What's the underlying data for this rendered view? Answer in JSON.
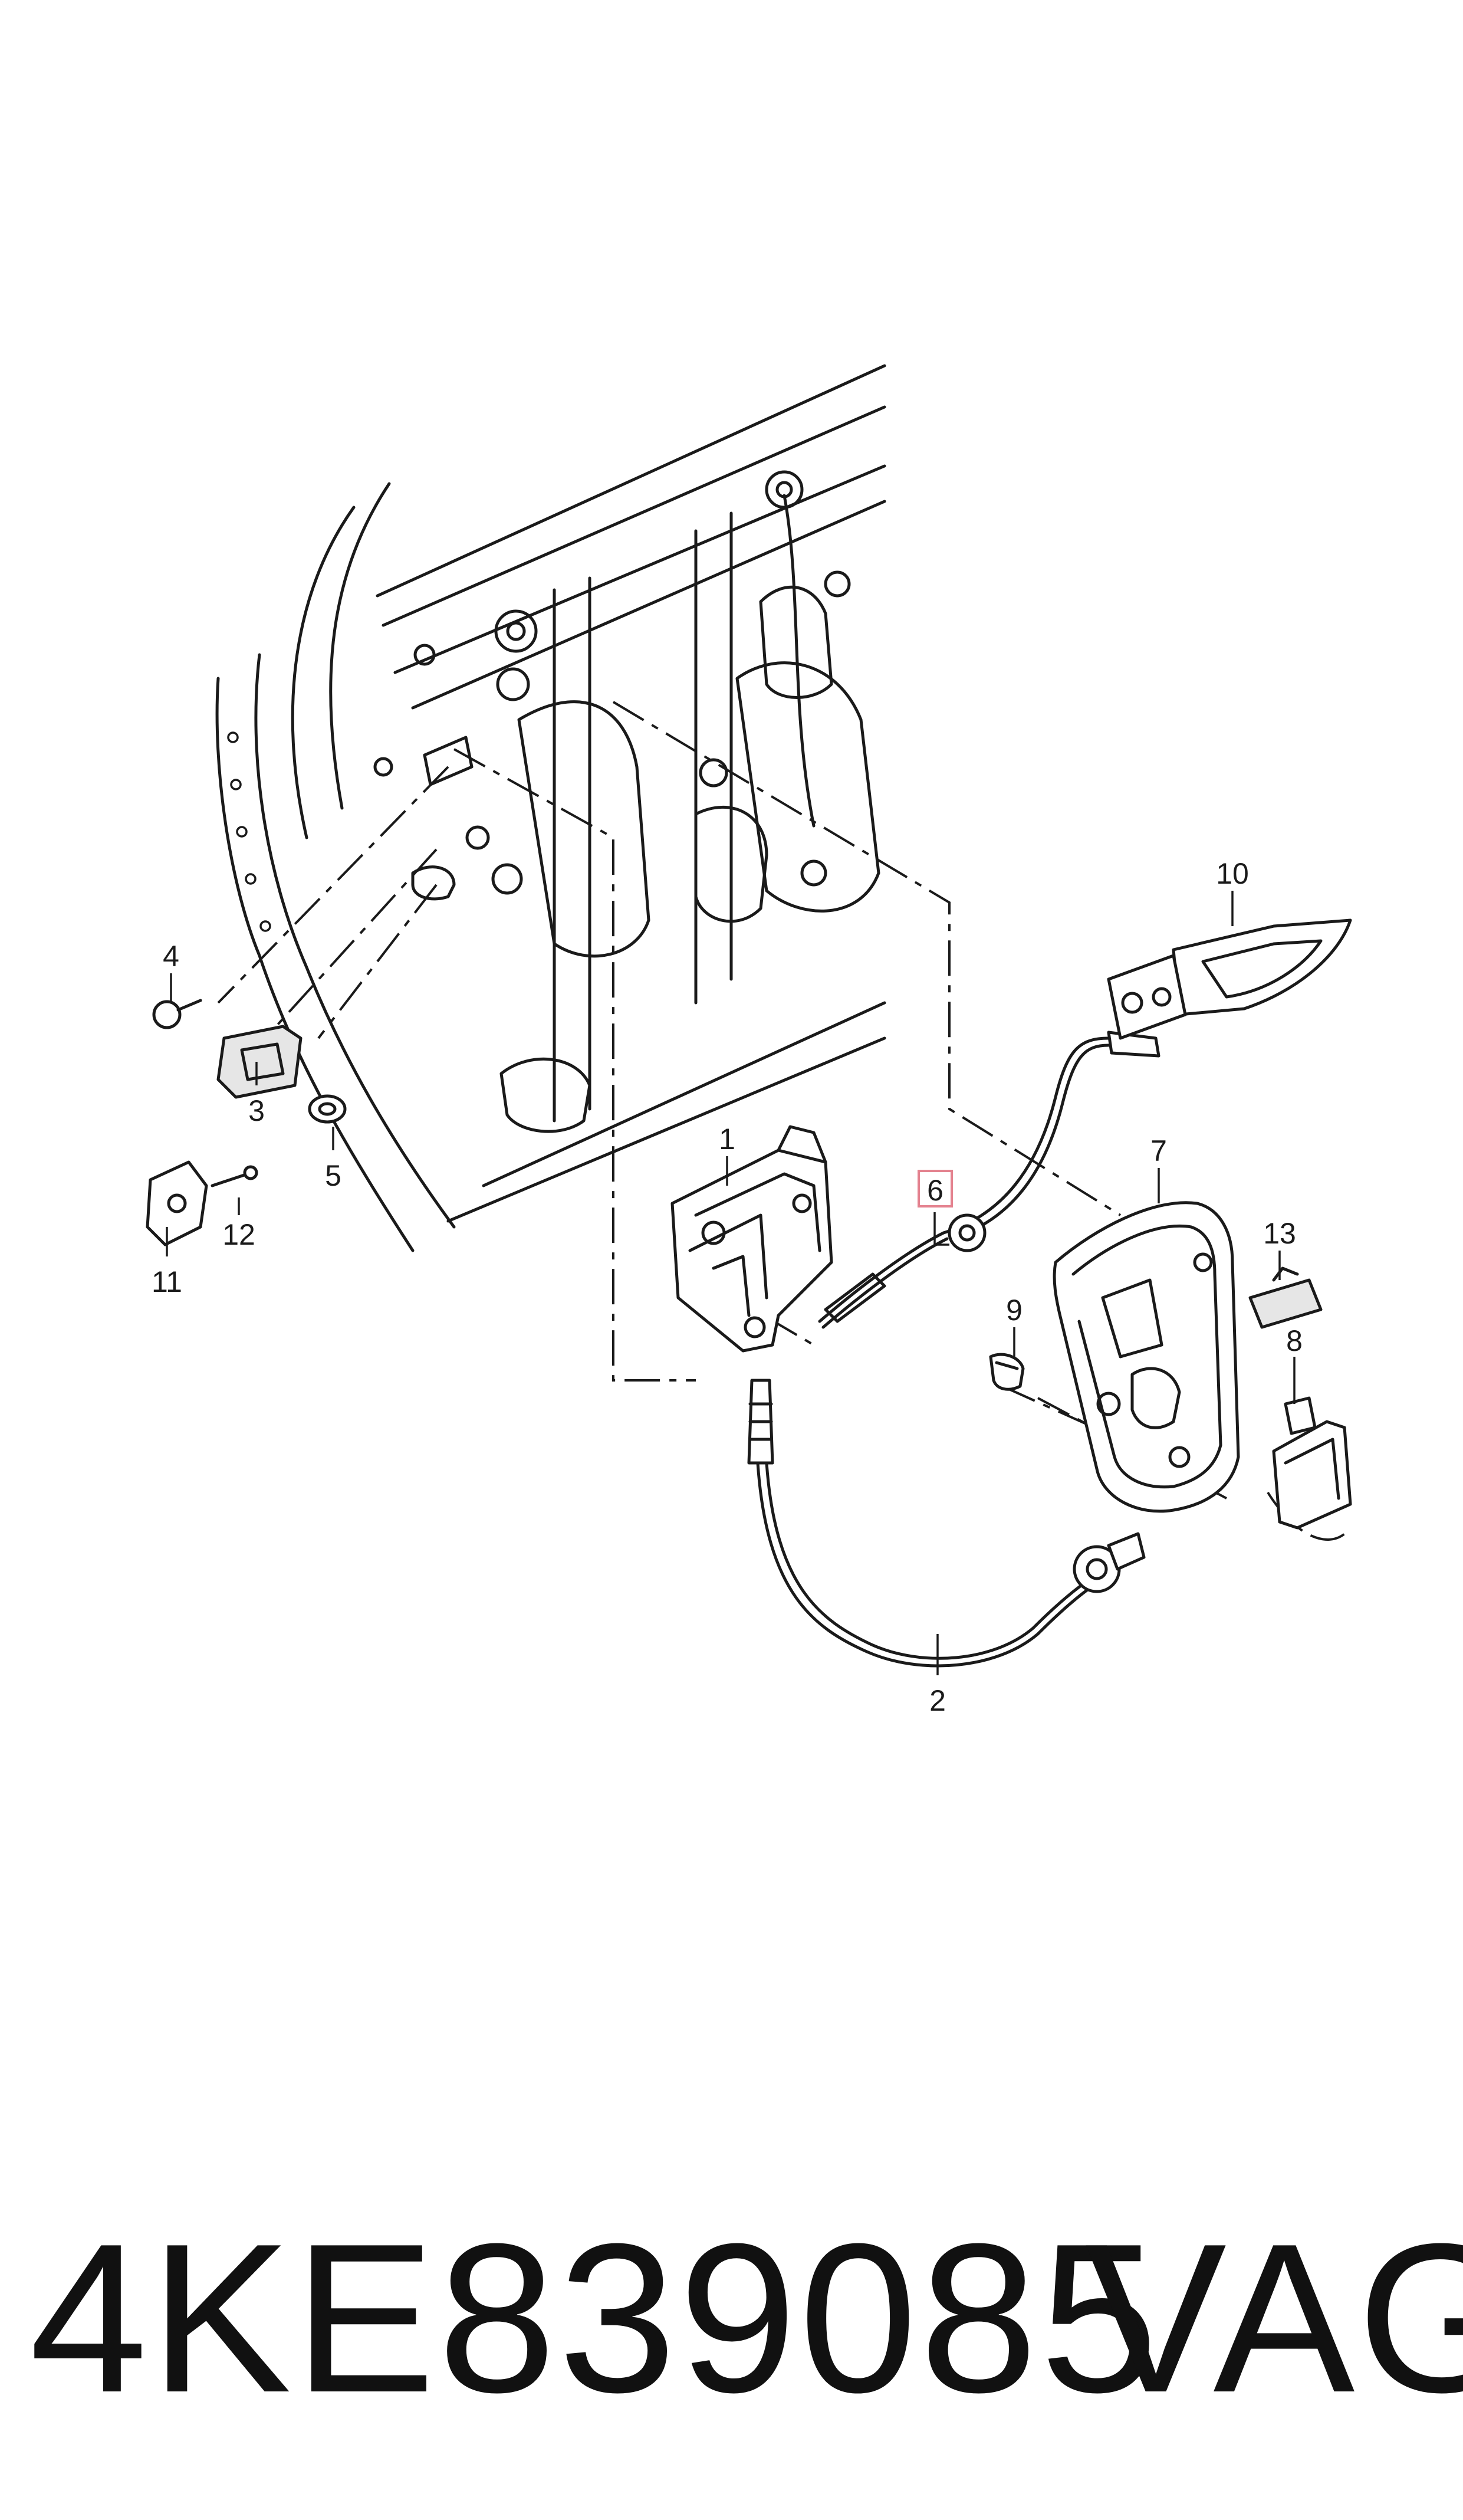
{
  "caption": {
    "part_number": "4KE839085",
    "brand": "VAG"
  },
  "diagram": {
    "highlighted_callout": "6",
    "callouts": [
      {
        "id": "1",
        "label": "1"
      },
      {
        "id": "2",
        "label": "2"
      },
      {
        "id": "3",
        "label": "3"
      },
      {
        "id": "4",
        "label": "4"
      },
      {
        "id": "5",
        "label": "5"
      },
      {
        "id": "6",
        "label": "6"
      },
      {
        "id": "7",
        "label": "7"
      },
      {
        "id": "8",
        "label": "8"
      },
      {
        "id": "9",
        "label": "9"
      },
      {
        "id": "10",
        "label": "10"
      },
      {
        "id": "11",
        "label": "11"
      },
      {
        "id": "12",
        "label": "12"
      },
      {
        "id": "13",
        "label": "13"
      }
    ]
  },
  "colors": {
    "line": "#1a1a1a",
    "highlight_box": "#e4828f",
    "background": "#ffffff"
  }
}
